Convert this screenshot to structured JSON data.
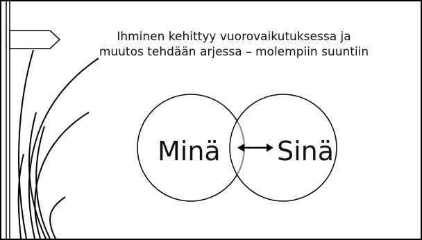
{
  "slide": {
    "title_line1": "Ihminen kehittyy vuorovaikutuksessa ja",
    "title_line2": "muutos tehdään arjessa – molempiin suuntiin"
  },
  "venn": {
    "left_label": "Minä",
    "right_label": "Sinä",
    "relation": "two-way-arrow"
  }
}
